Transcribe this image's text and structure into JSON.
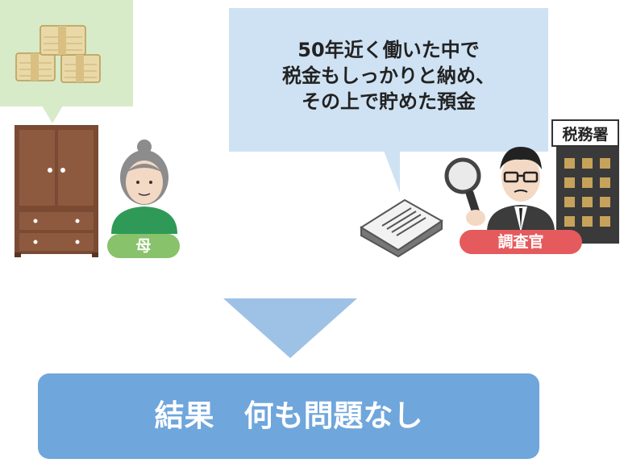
{
  "quote": {
    "lines": [
      "50年近く働いた中で",
      "税金もしっかりと納め、",
      "その上で貯めた預金"
    ]
  },
  "labels": {
    "mother": "母",
    "officer": "調査官",
    "tax_office": "税務署"
  },
  "result": {
    "text": "結果　何も問題なし"
  },
  "colors": {
    "money_bubble": "#d7ebc9",
    "quote_bubble": "#cfe2f3",
    "mother_pill": "#88c26a",
    "officer_pill": "#e55a5c",
    "arrow": "#9ec1e6",
    "result_box": "#6fa6dc",
    "wardrobe": "#7a4a33"
  },
  "icons": [
    "money-stack-icon",
    "wardrobe-icon",
    "elderly-mother-icon",
    "bankbook-icon",
    "magnifier-icon",
    "tax-officer-icon",
    "tax-office-building-icon"
  ]
}
